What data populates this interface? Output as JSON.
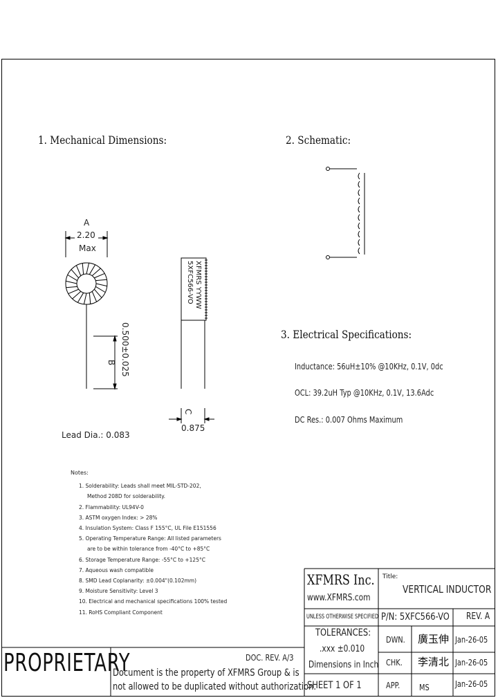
{
  "sections": {
    "mechanical": "1. Mechanical Dimensions:",
    "schematic": "2. Schematic:",
    "electrical": "3. Electrical   Specifications:"
  },
  "dimensions": {
    "a_label": "A",
    "a_value": "2.20",
    "a_max": "Max",
    "b_label": "B",
    "b_value": "0.500±0.025",
    "c_label": "C",
    "c_value": "0.875",
    "lead_dia": "Lead Dia.: 0.083",
    "marking_line1": "XFMRS YYWW",
    "marking_line2": "5XFC566-VO"
  },
  "electrical_specs": [
    "Inductance: 56uH±10% @10KHz, 0.1V, 0dc",
    "OCL:  39.2uH Typ @10KHz, 0.1V, 13.6Adc",
    "DC Res.: 0.007 Ohms Maximum"
  ],
  "notes": {
    "title": "Notes:",
    "items": [
      "1. Solderability: Leads shall meet MIL-STD-202,",
      "Method 208D for solderability.",
      "2. Flammability: UL94V-0",
      "3. ASTM oxygen Index: > 28%",
      "4. Insulation System: Class F 155°C, UL File E151556",
      "5. Operating Temperature Range: All listed parameters",
      "are to be within tolerance from -40°C to +85°C",
      "6. Storage Temperature Range: -55°C to +125°C",
      "7. Aqueous wash compatible",
      "8. SMD Lead Coplanarity: ±0.004\"(0.102mm)",
      "9. Moisture Sensitivity: Level 3",
      "10. Electrical and mechanical specifications 100% tested",
      "11. RoHS Compliant Component"
    ]
  },
  "title_block": {
    "company": "XFMRS Inc.",
    "website": "www.XFMRS.com",
    "title_label": "Title:",
    "title": "VERTICAL INDUCTOR",
    "unless": "UNLESS OTHERWISE SPECIFIED",
    "pn": "P/N: 5XFC566-VO",
    "rev": "REV. A",
    "tolerances": "TOLERANCES:",
    "tol_value": ".xxx ±0.010",
    "dimensions_in": "Dimensions in Inch",
    "dwn": "DWN.",
    "dwn_sig": "廣玉伸",
    "dwn_date": "Jan-26-05",
    "chk": "CHK.",
    "chk_sig": "李清北",
    "chk_date": "Jan-26-05",
    "app": "APP.",
    "app_name": "MS",
    "app_date": "Jan-26-05",
    "sheet": "SHEET 1 OF 1",
    "doc_rev": "DOC. REV. A/3"
  },
  "proprietary": {
    "label": "PROPRIETARY",
    "text_line1": "Document is the property of XFMRS Group & is",
    "text_line2": "not allowed to be duplicated without authorization."
  }
}
